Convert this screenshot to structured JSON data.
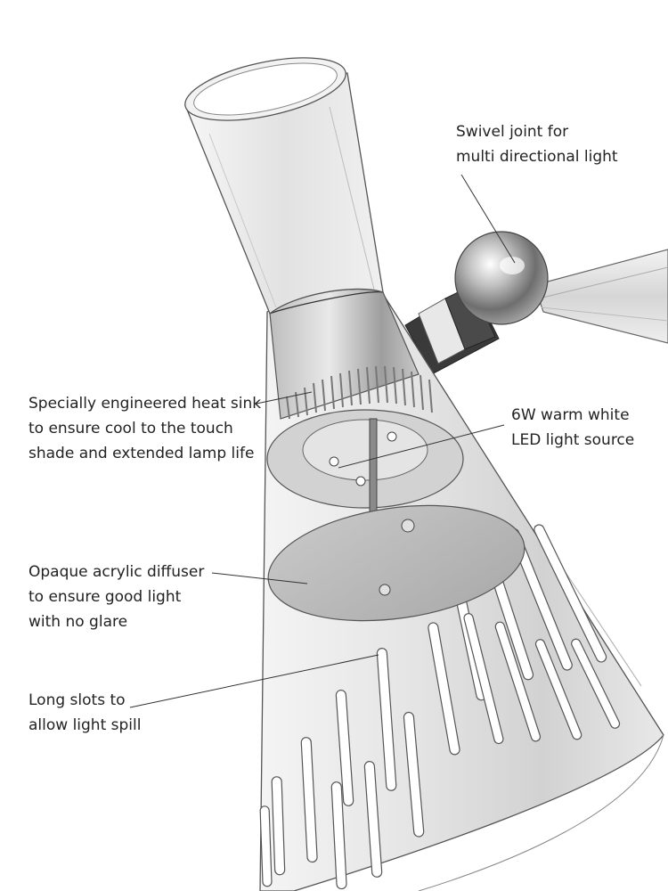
{
  "labels": {
    "swivel": {
      "line1": "Swivel joint for",
      "line2": "multi directional light"
    },
    "heat_sink": {
      "line1": "Specially engineered heat sink",
      "line2": "to ensure cool to the touch",
      "line3": "shade and extended lamp life"
    },
    "led": {
      "line1": "6W warm white",
      "line2": "LED light source"
    },
    "diffuser": {
      "line1": "Opaque acrylic diffuser",
      "line2": "to ensure good light",
      "line3": "with no glare"
    },
    "slots": {
      "line1": "Long slots to",
      "line2": "allow light spill"
    }
  }
}
